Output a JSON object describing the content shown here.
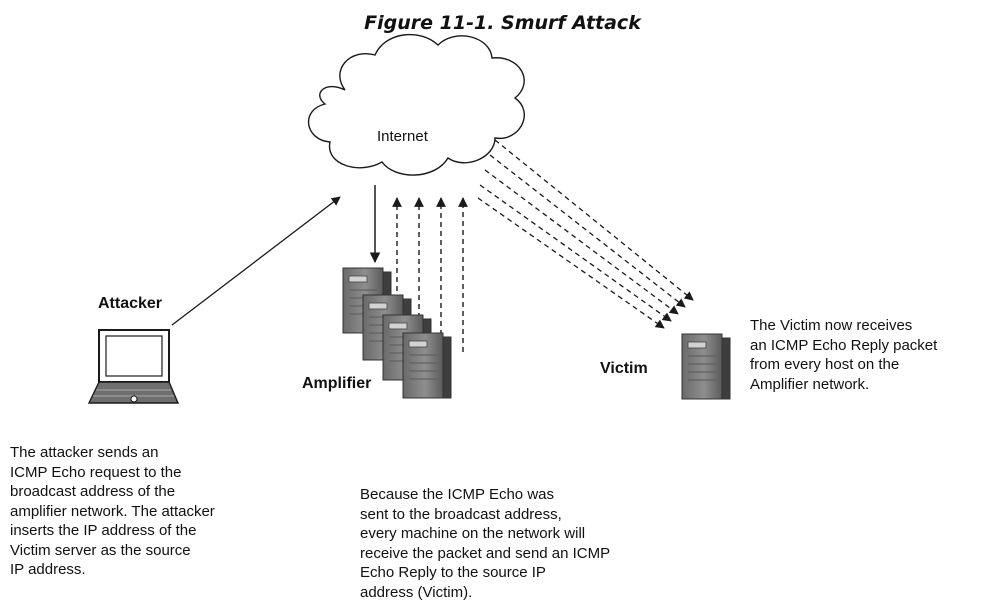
{
  "figure": {
    "title": "Figure 11-1. Smurf Attack"
  },
  "labels": {
    "internet": "Internet",
    "attacker": "Attacker",
    "amplifier": "Amplifier",
    "victim": "Victim"
  },
  "descriptions": {
    "attacker": "The attacker sends an\nICMP Echo request to the\nbroadcast address of the\namplifier network. The attacker\ninserts the IP address of the\nVictim server as the source\nIP address.",
    "amplifier": "Because the ICMP Echo was\nsent to the broadcast address,\nevery machine on the network will\nreceive the packet and send an ICMP\nEcho Reply to the source IP\naddress (Victim).",
    "victim": "The Victim now receives\nan ICMP Echo Reply packet\nfrom every host on the\nAmplifier network."
  },
  "colors": {
    "ink": "#1a1a1a",
    "server_dark": "#5a5a5a",
    "server_mid": "#8c8c8c",
    "server_light": "#c8c8c8",
    "cloud_fill": "#ffffff"
  }
}
